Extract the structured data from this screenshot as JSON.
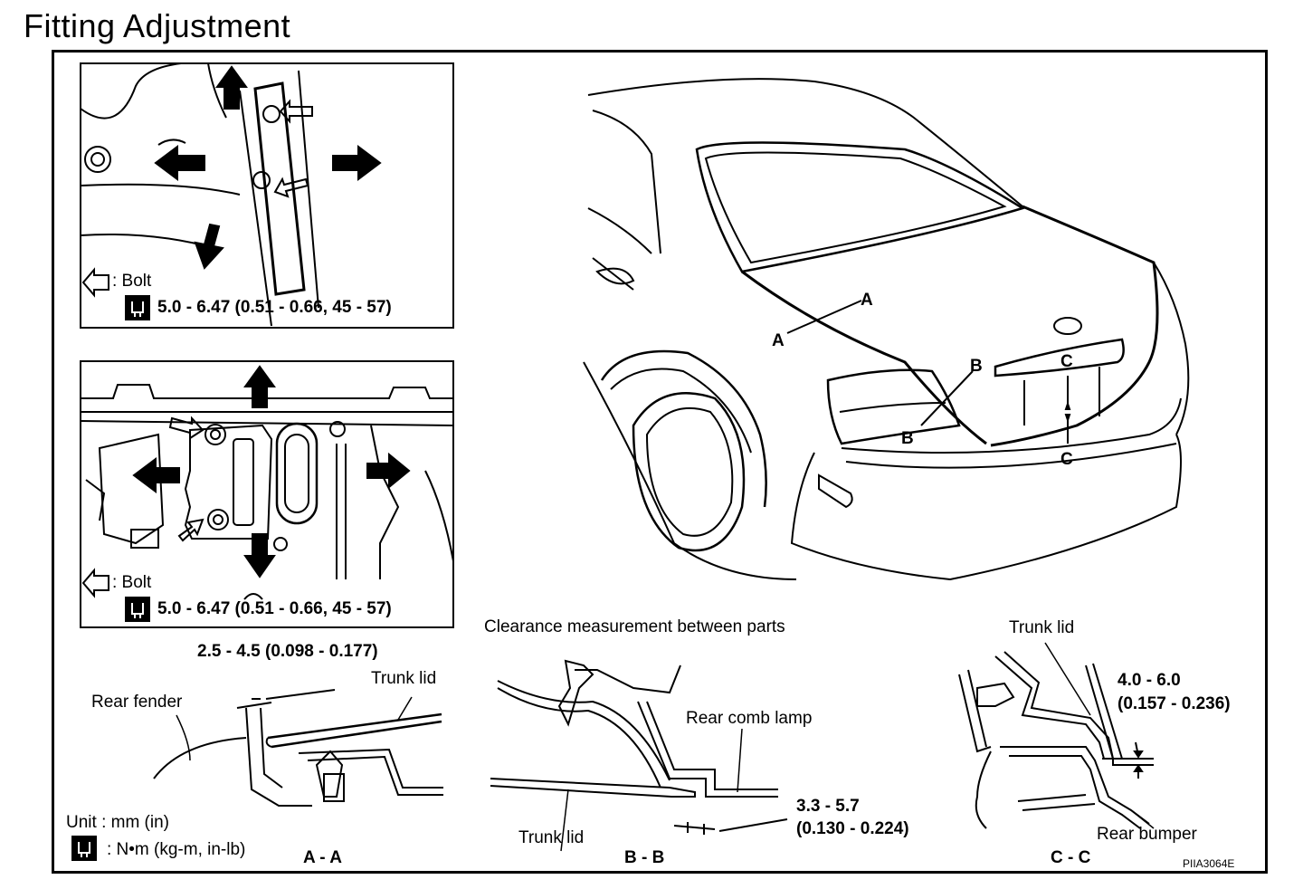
{
  "title": "Fitting Adjustment",
  "panel_top": {
    "bolt_label": ": Bolt",
    "torque": "5.0 - 6.47 (0.51 - 0.66, 45 - 57)"
  },
  "panel_middle": {
    "bolt_label": ": Bolt",
    "torque": "5.0 - 6.47 (0.51 - 0.66, 45 - 57)"
  },
  "car": {
    "markers": [
      "A",
      "A",
      "B",
      "B",
      "C",
      "C"
    ]
  },
  "clearance_heading": "Clearance measurement between parts",
  "section_aa": {
    "dimension": "2.5 - 4.5 (0.098 - 0.177)",
    "trunk_lid": "Trunk lid",
    "rear_fender": "Rear fender",
    "caption": "A - A"
  },
  "section_bb": {
    "rear_comb_lamp": "Rear comb lamp",
    "trunk_lid": "Trunk lid",
    "dimension_mm": "3.3 - 5.7",
    "dimension_in": "(0.130 - 0.224)",
    "caption": "B - B"
  },
  "section_cc": {
    "trunk_lid": "Trunk lid",
    "dimension_mm": "4.0 - 6.0",
    "dimension_in": "(0.157 - 0.236)",
    "rear_bumper": "Rear bumper",
    "caption": "C - C"
  },
  "legend": {
    "unit": "Unit : mm (in)",
    "torque_unit": ": N•m (kg-m, in-lb)"
  },
  "figure_code": "PIIA3064E"
}
